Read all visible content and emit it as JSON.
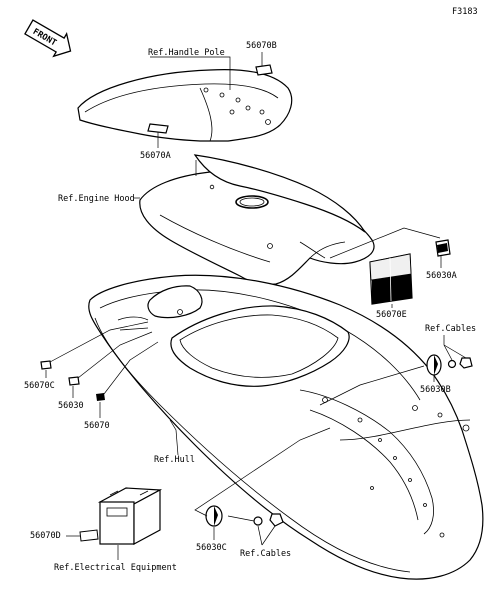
{
  "figure_code": "F3183",
  "front_arrow": "FRONT",
  "labels": {
    "ref_handle_pole": "Ref.Handle Pole",
    "p56070B": "56070B",
    "p56070A": "56070A",
    "ref_engine_hood": "Ref.Engine Hood",
    "p56030A": "56030A",
    "p56070E": "56070E",
    "ref_cables_top": "Ref.Cables",
    "p56030B": "56030B",
    "p56070C": "56070C",
    "p56030": "56030",
    "p56070": "56070",
    "ref_hull": "Ref.Hull",
    "p56070D": "56070D",
    "ref_electrical": "Ref.Electrical Equipment",
    "p56030C": "56030C",
    "ref_cables_bottom": "Ref.Cables"
  }
}
